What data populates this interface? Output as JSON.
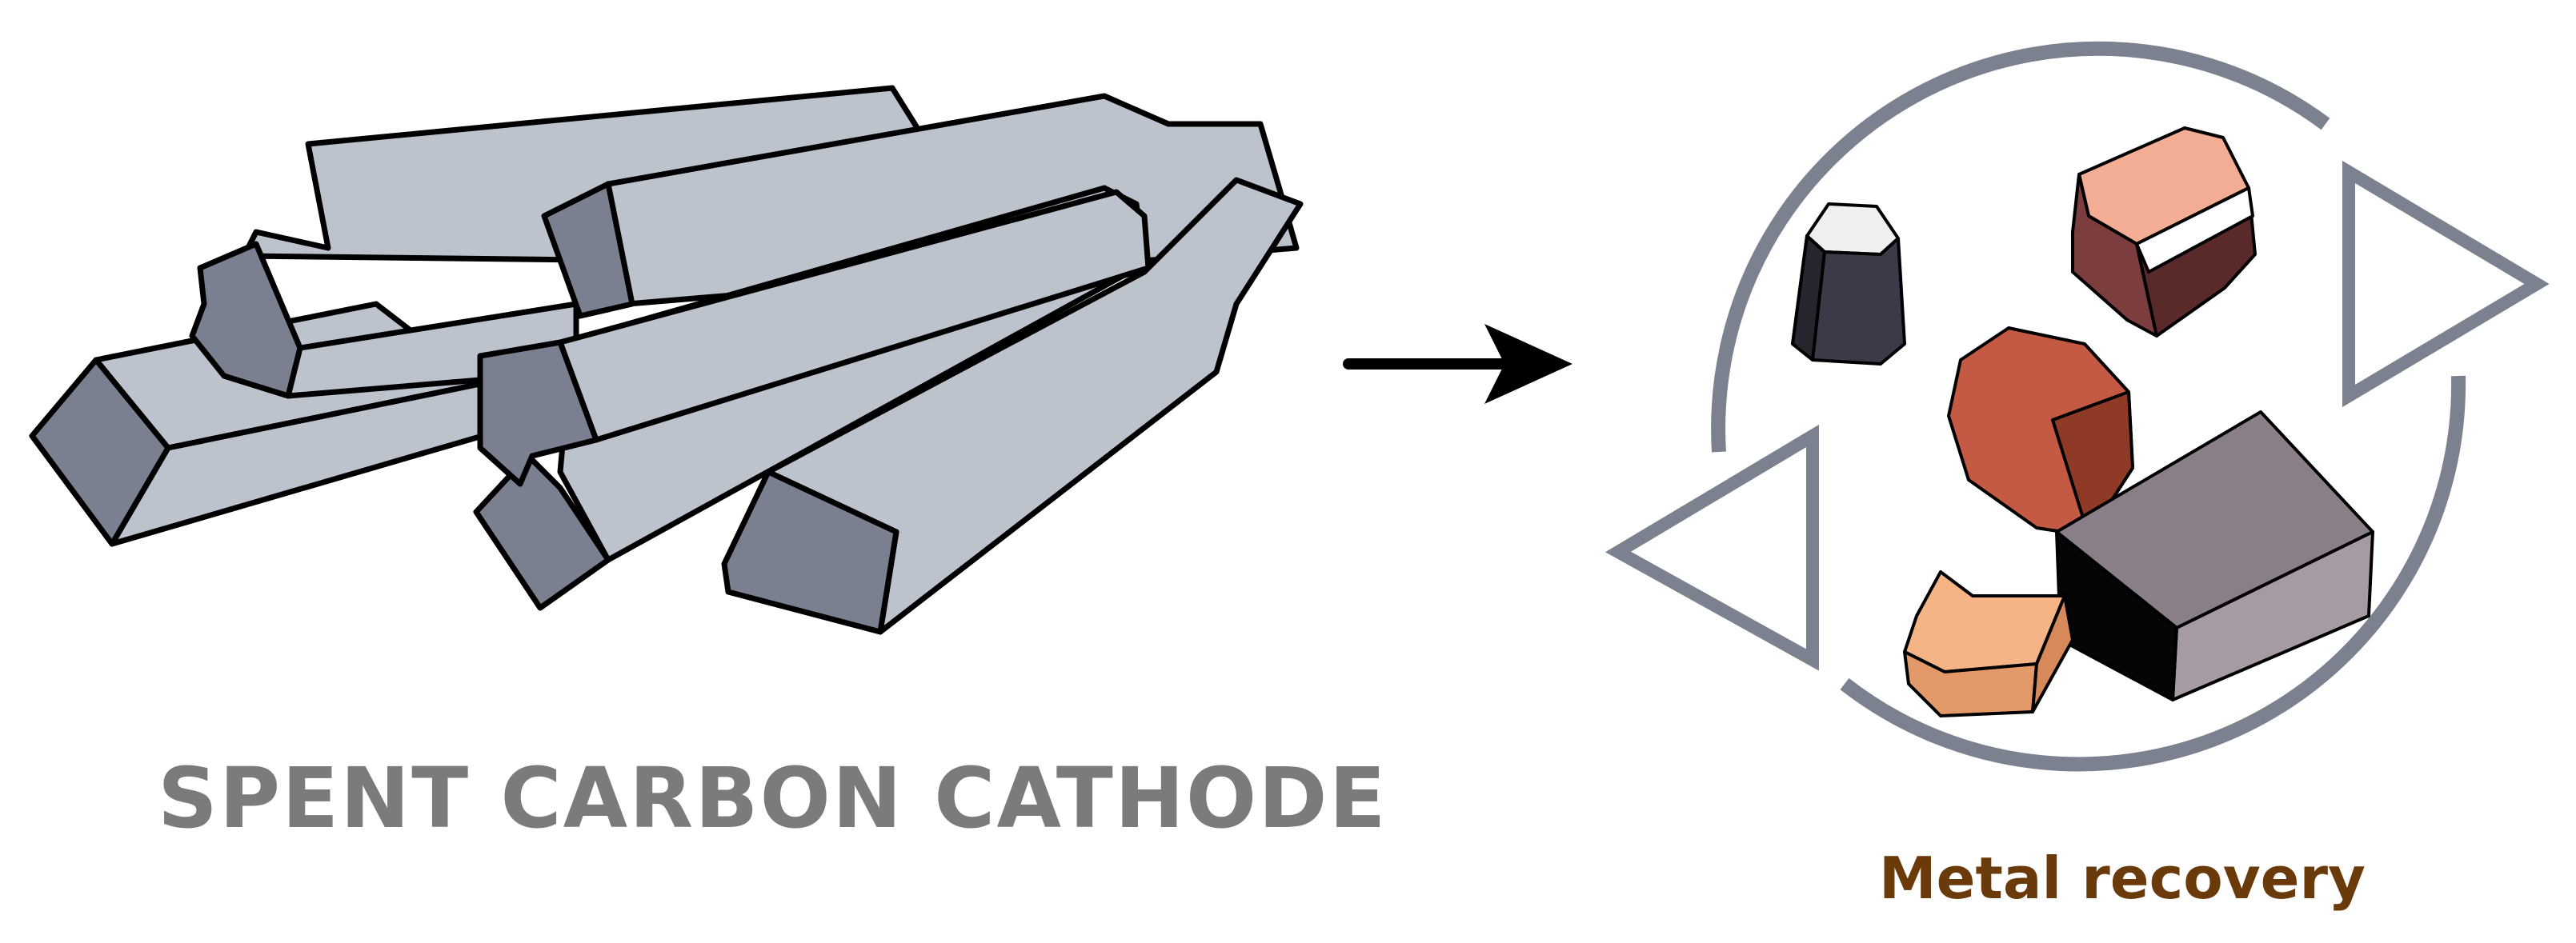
{
  "labels": {
    "spent_carbon_cathode": "SPENT CARBON CATHODE",
    "metal_recovery": "Metal recovery"
  },
  "colors": {
    "block_top": "#bcc3cd",
    "block_end": "#7a8090",
    "outline": "#000000",
    "cycle_ring": "#7c8190",
    "spent_label": "#7b7b7b",
    "metal_label": "#6b3a0a",
    "arrow": "#000000"
  },
  "pieces": [
    {
      "name": "dark-prism",
      "colors": [
        "#efefef",
        "#3a3a48",
        "#26262f"
      ]
    },
    {
      "name": "salmon-prism",
      "colors": [
        "#f3ad94",
        "#7b3d3d",
        "#5a2a2a",
        "#ffffff"
      ]
    },
    {
      "name": "copper-prism",
      "colors": [
        "#c45a44",
        "#8f3a27"
      ]
    },
    {
      "name": "grey-box",
      "colors": [
        "#8a7f89",
        "#a69aa5",
        "#050505"
      ]
    },
    {
      "name": "peach-prism",
      "colors": [
        "#f4b486",
        "#e49a68",
        "#d7895a"
      ]
    }
  ]
}
